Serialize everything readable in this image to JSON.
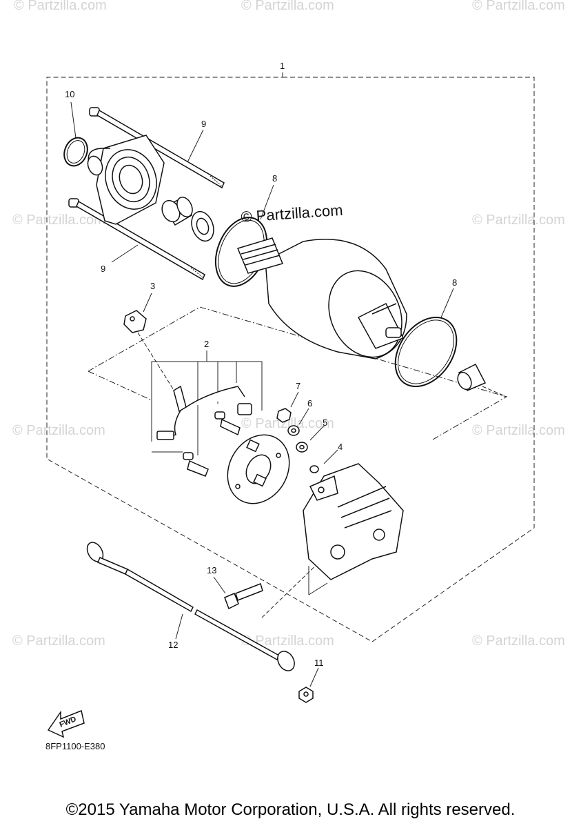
{
  "watermark": {
    "text": "© Partzilla.com",
    "main_text": "© Partzilla.com"
  },
  "callouts": {
    "c1": "1",
    "c2": "2",
    "c3": "3",
    "c4": "4",
    "c5": "5",
    "c6": "6",
    "c7": "7",
    "c8a": "8",
    "c8b": "8",
    "c9a": "9",
    "c9b": "9",
    "c10": "10",
    "c11": "11",
    "c12": "12",
    "c13": "13"
  },
  "fwd_label": "FWD",
  "diagram_code": "8FP1100-E380",
  "copyright": "©2015 Yamaha Motor Corporation, U.S.A. All rights reserved."
}
